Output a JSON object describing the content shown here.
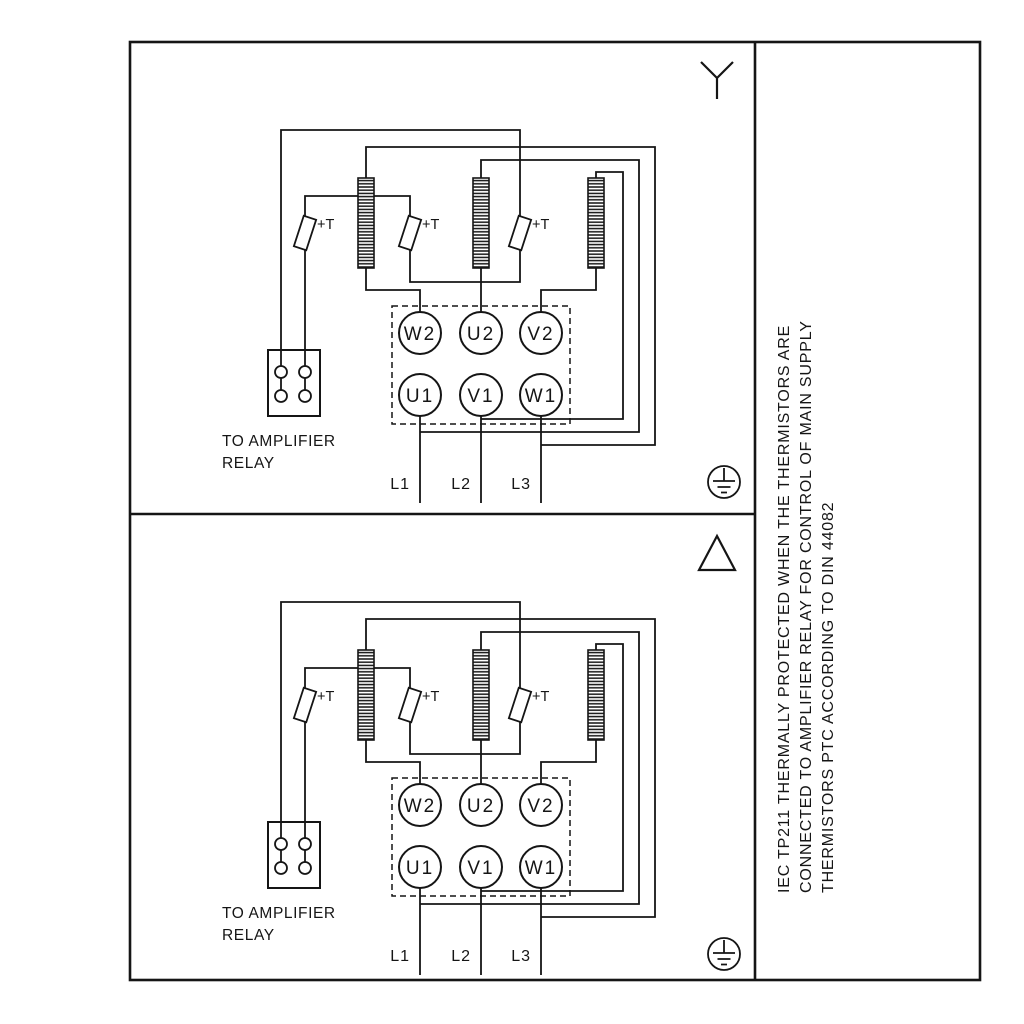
{
  "colors": {
    "ink": "#151515",
    "background": "#ffffff"
  },
  "panels": [
    {
      "name": "star-connection",
      "symbol_name": "star",
      "terminals": {
        "top": [
          "W2",
          "U2",
          "V2"
        ],
        "bottom": [
          "U1",
          "V1",
          "W1"
        ]
      },
      "thermistors": [
        "+T",
        "+T",
        "+T"
      ],
      "relay_caption": [
        "TO AMPLIFIER",
        "RELAY"
      ],
      "supply": [
        "L1",
        "L2",
        "L3"
      ]
    },
    {
      "name": "delta-connection",
      "symbol_name": "delta",
      "terminals": {
        "top": [
          "W2",
          "U2",
          "V2"
        ],
        "bottom": [
          "U1",
          "V1",
          "W1"
        ]
      },
      "thermistors": [
        "+T",
        "+T",
        "+T"
      ],
      "relay_caption": [
        "TO AMPLIFIER",
        "RELAY"
      ],
      "supply": [
        "L1",
        "L2",
        "L3"
      ]
    }
  ],
  "side_note_lines": [
    "IEC TP211 THERMALLY PROTECTED WHEN THE THERMISTORS ARE",
    "CONNECTED TO AMPLIFIER RELAY FOR CONTROL OF MAIN SUPPLY",
    "THERMISTORS PTC ACCORDING TO DIN 44082"
  ]
}
